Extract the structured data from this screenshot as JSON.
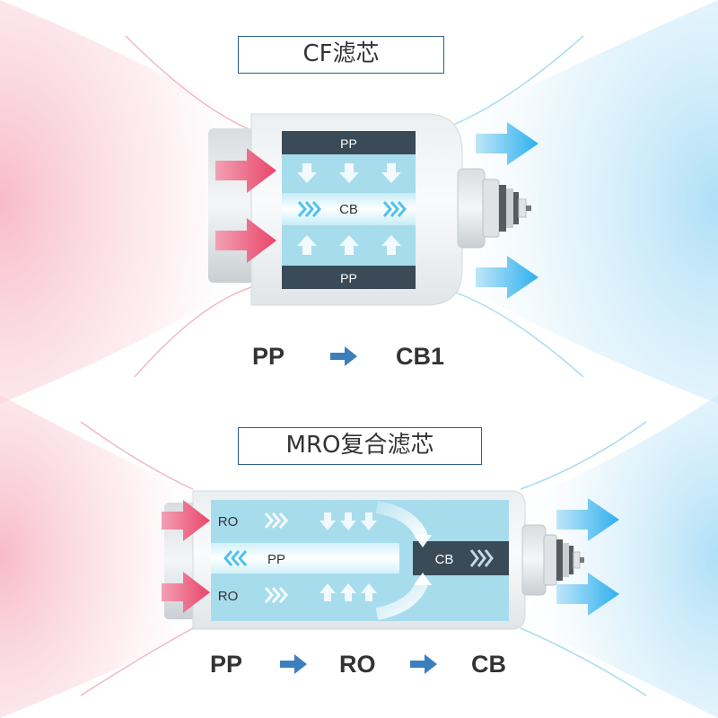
{
  "colors": {
    "inflow": "#e8456a",
    "outflow": "#35b3f0",
    "panel_dark": "#3a4a57",
    "panel_light": "#a7dced",
    "flow_arrow": "#3b7fbf"
  },
  "cf": {
    "title": "CF滤芯",
    "layers": {
      "top": "PP",
      "middle": "CB",
      "bottom": "PP"
    },
    "flow": {
      "step1": "PP",
      "step2": "CB1"
    }
  },
  "mro": {
    "title": "MRO复合滤芯",
    "layers": {
      "ro_top": "RO",
      "pp": "PP",
      "ro_bottom": "RO",
      "cb": "CB"
    },
    "flow": {
      "step1": "PP",
      "step2": "RO",
      "step3": "CB"
    }
  }
}
